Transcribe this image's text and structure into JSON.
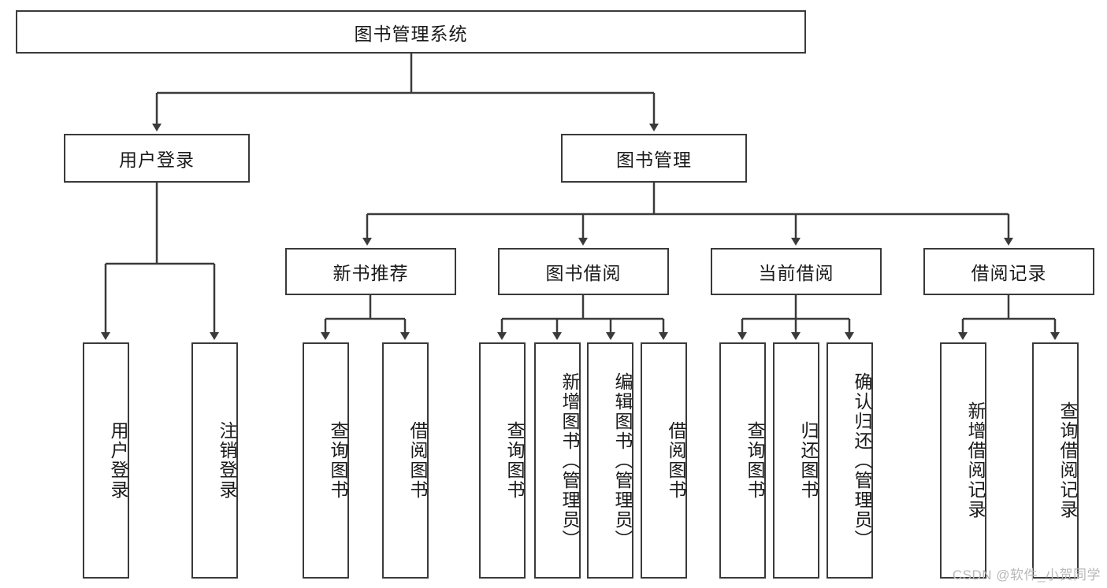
{
  "diagram": {
    "type": "tree",
    "title": "图书管理系统",
    "watermark": "CSDN @软件_小贺同学",
    "colors": {
      "box_border": "#3a3a3a",
      "box_fill": "#ffffff",
      "edge": "#3a3a3a",
      "text": "#1a1a1a",
      "watermark": "#b8b8b8"
    },
    "nodes": {
      "root": {
        "label": "图书管理系统"
      },
      "level2": [
        {
          "id": "user-login",
          "label": "用户登录"
        },
        {
          "id": "book-manage",
          "label": "图书管理"
        }
      ],
      "level3": [
        {
          "id": "new-book-rec",
          "label": "新书推荐"
        },
        {
          "id": "book-borrow",
          "label": "图书借阅"
        },
        {
          "id": "current-borrow",
          "label": "当前借阅"
        },
        {
          "id": "borrow-record",
          "label": "借阅记录"
        }
      ],
      "leaves": {
        "user-login": [
          {
            "id": "leaf-user-login",
            "label": "用户登录"
          },
          {
            "id": "leaf-logout",
            "label": "注销登录"
          }
        ],
        "new-book-rec": [
          {
            "id": "leaf-query-book-1",
            "label": "查询图书"
          },
          {
            "id": "leaf-borrow-book-1",
            "label": "借阅图书"
          }
        ],
        "book-borrow": [
          {
            "id": "leaf-query-book-2",
            "label": "查询图书"
          },
          {
            "id": "leaf-add-book",
            "label": "新增图书（管理员）"
          },
          {
            "id": "leaf-edit-book",
            "label": "编辑图书（管理员）"
          },
          {
            "id": "leaf-borrow-book-2",
            "label": "借阅图书"
          }
        ],
        "current-borrow": [
          {
            "id": "leaf-query-book-3",
            "label": "查询图书"
          },
          {
            "id": "leaf-return-book",
            "label": "归还图书"
          },
          {
            "id": "leaf-confirm-return",
            "label": "确认归还（管理员）"
          }
        ],
        "borrow-record": [
          {
            "id": "leaf-add-record",
            "label": "新增借阅记录"
          },
          {
            "id": "leaf-query-record",
            "label": "查询借阅记录"
          }
        ]
      }
    }
  }
}
